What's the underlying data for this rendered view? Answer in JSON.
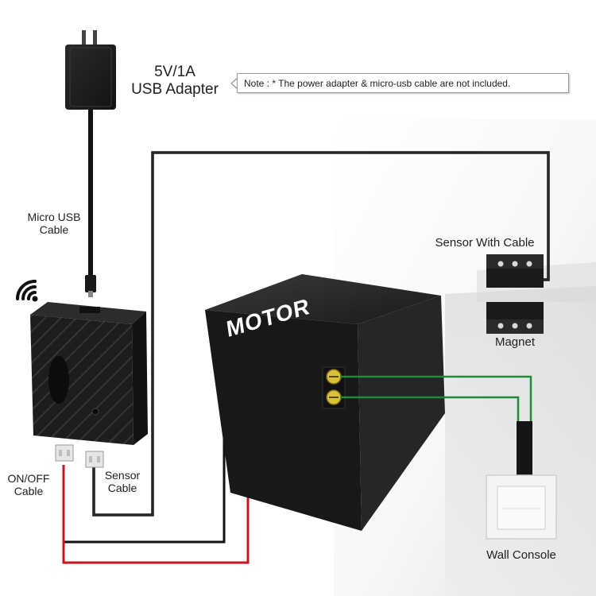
{
  "adapter": {
    "label_line1": "5V/1A",
    "label_line2": "USB Adapter"
  },
  "note": {
    "text": "Note : * The power adapter & micro-usb cable are not included."
  },
  "micro_usb": {
    "label_line1": "Micro USB",
    "label_line2": "Cable"
  },
  "sensor": {
    "label": "Sensor With Cable"
  },
  "magnet": {
    "label": "Magnet"
  },
  "motor": {
    "label": "MOTOR"
  },
  "onoff": {
    "label_line1": "ON/OFF",
    "label_line2": "Cable"
  },
  "sensor_cable": {
    "label_line1": "Sensor",
    "label_line2": "Cable"
  },
  "wall": {
    "label": "Wall  Console"
  },
  "colors": {
    "device_black": "#1c1c1c",
    "wire_black": "#111111",
    "wire_red": "#c8141c",
    "wire_green": "#1f8a3a",
    "label_text": "#1f1f1f"
  },
  "icons": [
    "wifi-icon",
    "usb-plug-icon"
  ]
}
